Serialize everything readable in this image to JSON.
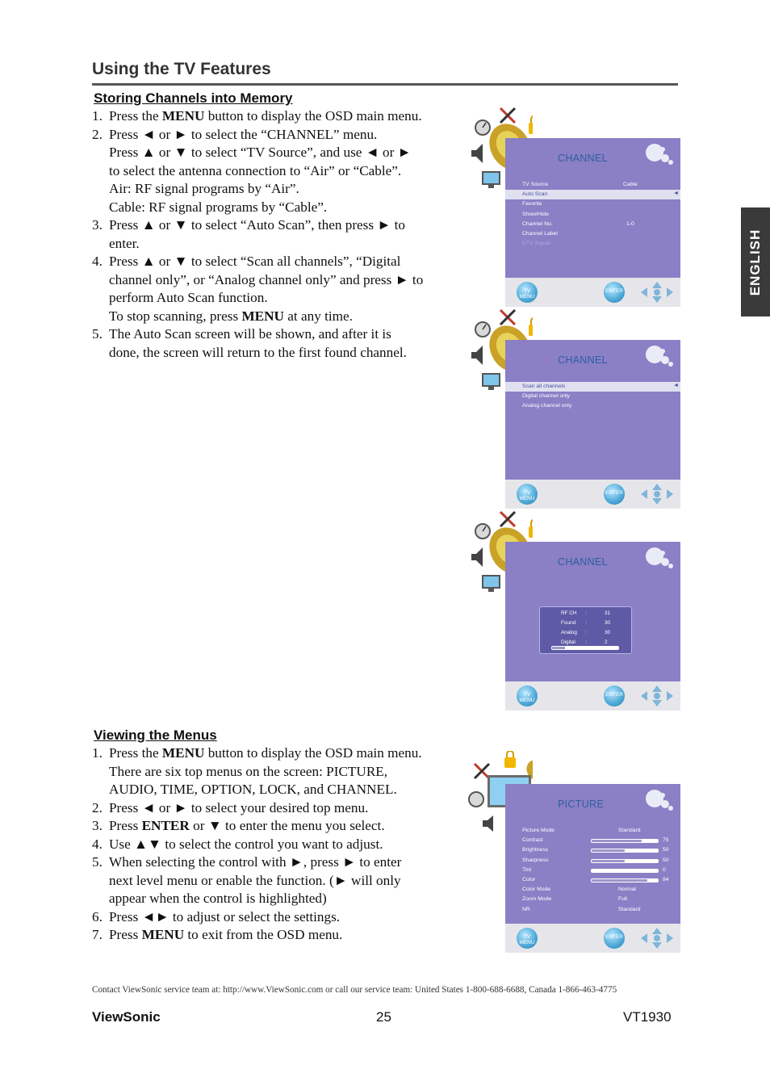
{
  "page": {
    "title": "Using the TV Features",
    "language_tab": "ENGLISH"
  },
  "section1": {
    "heading": "Storing Channels into Memory",
    "steps": [
      {
        "num": "1.",
        "parts": [
          "Press the ",
          "MENU",
          " button to display the OSD main menu."
        ]
      },
      {
        "num": "2.",
        "lines": [
          "Press ◄ or ► to select the “CHANNEL” menu.",
          "Press ▲ or ▼ to select “TV Source”, and use ◄ or ►",
          "to select the antenna connection to “Air” or “Cable”.",
          "Air: RF signal programs by “Air”.",
          "Cable: RF signal programs by “Cable”."
        ]
      },
      {
        "num": "3.",
        "lines": [
          "Press ▲ or ▼ to select “Auto Scan”, then press ► to",
          "enter."
        ]
      },
      {
        "num": "4.",
        "lines": [
          "Press ▲ or ▼ to select “Scan all channels”, “Digital",
          "channel only”, or “Analog channel only” and press ► to",
          "perform Auto Scan function."
        ],
        "extra_parts": [
          "To stop scanning, press ",
          "MENU",
          " at any time."
        ]
      },
      {
        "num": "5.",
        "lines": [
          "The Auto Scan screen will be shown, and after it is",
          "done, the screen will return to the first found channel."
        ]
      }
    ]
  },
  "section2": {
    "heading": "Viewing the Menus",
    "steps": [
      {
        "num": "1.",
        "parts": [
          "Press the ",
          "MENU",
          " button to display the OSD main menu."
        ],
        "lines": [
          "There are six top menus on the screen: PICTURE,",
          "AUDIO, TIME, OPTION, LOCK, and CHANNEL."
        ]
      },
      {
        "num": "2.",
        "lines": [
          "Press ◄ or ► to select your desired top menu."
        ]
      },
      {
        "num": "3.",
        "parts": [
          "Press ",
          "ENTER",
          " or ▼ to enter the menu you select."
        ]
      },
      {
        "num": "4.",
        "lines": [
          "Use ▲▼ to select the control you want to adjust."
        ]
      },
      {
        "num": "5.",
        "lines": [
          "When selecting the control with ►, press ► to enter",
          "next level menu or enable the function. (► will only",
          "appear when the control is highlighted)"
        ]
      },
      {
        "num": "6.",
        "lines": [
          "Press ◄► to adjust or select the settings."
        ]
      },
      {
        "num": "7.",
        "parts": [
          "Press ",
          "MENU",
          " to exit from the OSD menu."
        ]
      }
    ]
  },
  "osd1": {
    "title": "CHANNEL",
    "rows": [
      {
        "label": "TV Source",
        "value": "Cable"
      },
      {
        "label": "Auto Scan",
        "value": ""
      },
      {
        "label": "Favorite",
        "value": ""
      },
      {
        "label": "Show/Hide",
        "value": ""
      },
      {
        "label": "Channel No.",
        "value": "1-0"
      },
      {
        "label": "Channel Label",
        "value": ""
      },
      {
        "label": "DTV Signal",
        "value": ""
      }
    ]
  },
  "osd2": {
    "title": "CHANNEL",
    "rows": [
      {
        "label": "Scan all channels"
      },
      {
        "label": "Digital channel only"
      },
      {
        "label": "Analog channel only"
      }
    ]
  },
  "osd3": {
    "title": "CHANNEL",
    "scan": [
      {
        "key": "RF CH",
        "value": "31"
      },
      {
        "key": "Found",
        "value": "30"
      },
      {
        "key": "Analog",
        "value": "30"
      },
      {
        "key": "Digital",
        "value": "2"
      }
    ],
    "progress": 0.2
  },
  "osd4": {
    "title": "PICTURE",
    "rows": [
      {
        "label": "Picture Mode",
        "value": "Standard"
      },
      {
        "label": "Contrast",
        "level": 75
      },
      {
        "label": "Brightness",
        "level": 50
      },
      {
        "label": "Sharpness",
        "level": 50
      },
      {
        "label": "Tint",
        "level": 0
      },
      {
        "label": "Color",
        "level": 84
      },
      {
        "label": "Color Mode",
        "value": "Normal"
      },
      {
        "label": "Zoom Mode",
        "value": "Full"
      },
      {
        "label": "NR",
        "value": "Standard"
      }
    ]
  },
  "osd_bar": {
    "menu_label": "TV MENU",
    "enter_label": "ENTER"
  },
  "footer": {
    "contact": "Contact ViewSonic service team at: http://www.ViewSonic.com or call our service team: United States 1-800-688-6688, Canada 1-866-463-4775",
    "brand": "ViewSonic",
    "page_number": "25",
    "model": "VT1930"
  }
}
